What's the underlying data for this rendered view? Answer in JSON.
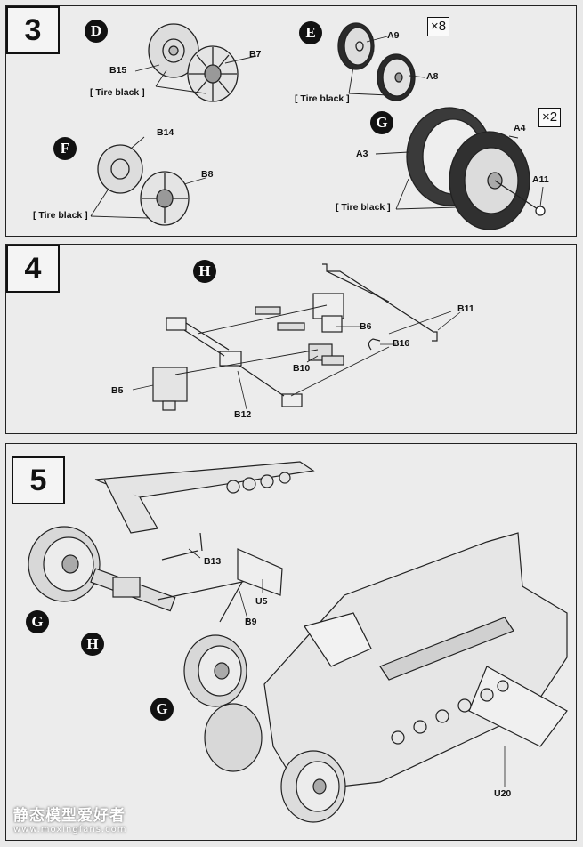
{
  "steps": [
    {
      "number": "3",
      "bubbles": [
        "D",
        "E",
        "F",
        "G"
      ],
      "labels": {
        "b15": "B15",
        "b7": "B7",
        "tire_d": "[ Tire black ]",
        "a9": "A9",
        "a8": "A8",
        "tire_e": "[ Tire black ]",
        "b14": "B14",
        "b8": "B8",
        "tire_f": "[ Tire black ]",
        "a4": "A4",
        "a3": "A3",
        "a11": "A11",
        "tire_g": "[ Tire black ]"
      },
      "quantities": [
        "×8",
        "×2"
      ]
    },
    {
      "number": "4",
      "bubbles": [
        "H"
      ],
      "labels": {
        "b11": "B11",
        "b6": "B6",
        "b16": "B16",
        "b10": "B10",
        "b5": "B5",
        "b12": "B12"
      }
    },
    {
      "number": "5",
      "bubbles": [
        "G",
        "H",
        "G"
      ],
      "labels": {
        "b13": "B13",
        "u5": "U5",
        "b9": "B9",
        "u20": "U20"
      }
    }
  ],
  "watermark": {
    "title": "静态模型爱好者",
    "url": "www.moxingfans.com"
  }
}
